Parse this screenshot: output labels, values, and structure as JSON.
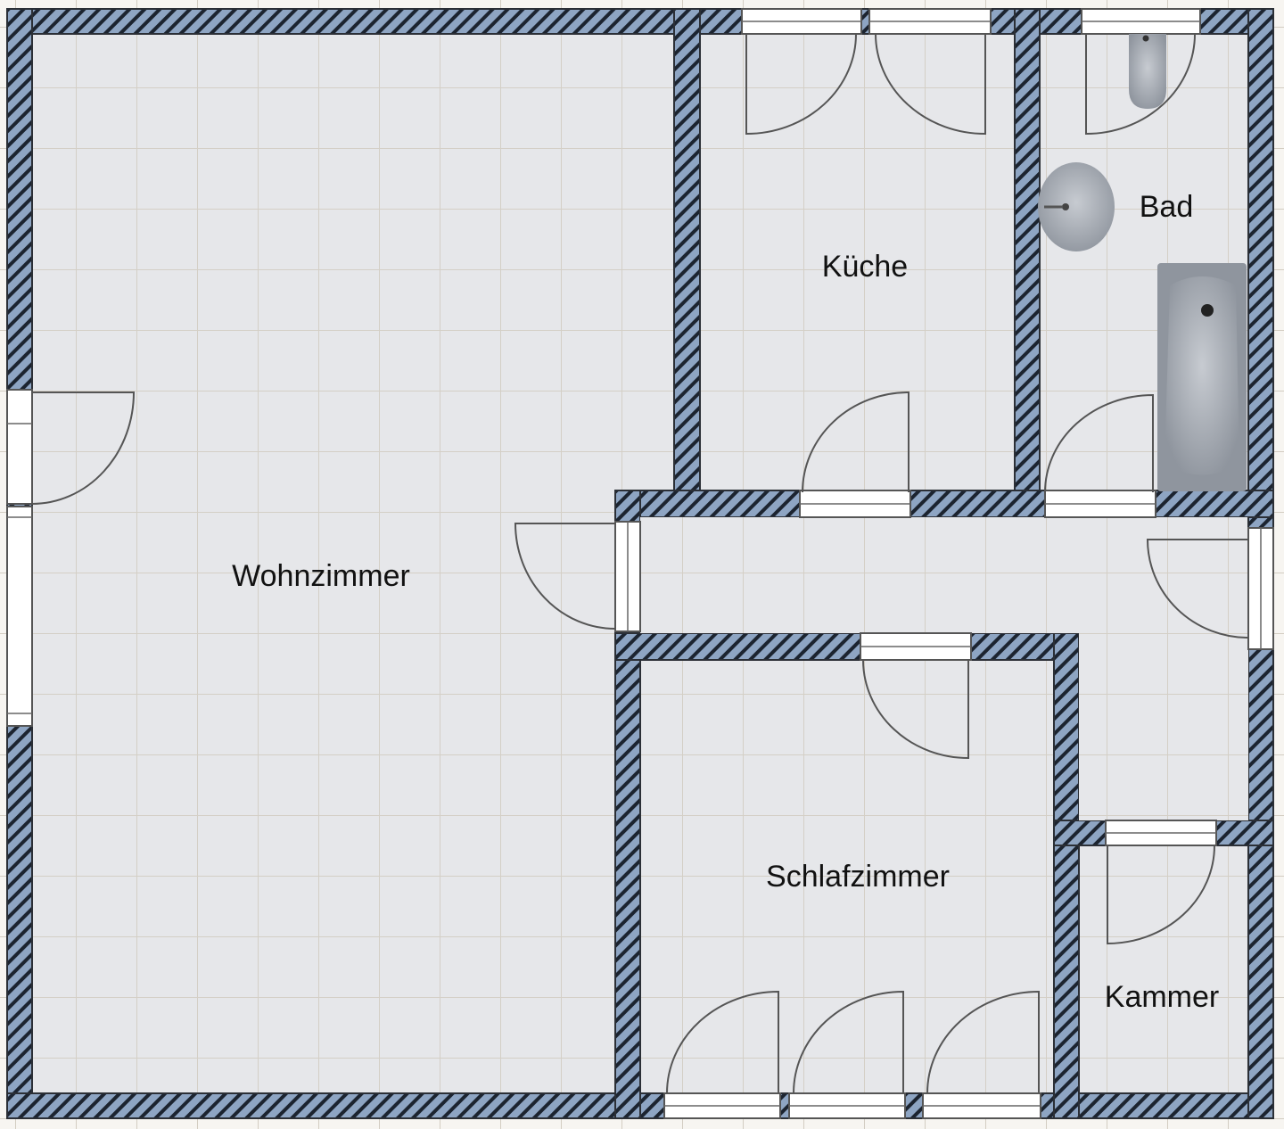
{
  "plan": {
    "rooms": [
      {
        "name": "Wohnzimmer"
      },
      {
        "name": "Küche"
      },
      {
        "name": "Bad"
      },
      {
        "name": "Schlafzimmer"
      },
      {
        "name": "Kammer"
      }
    ]
  },
  "colors": {
    "wall_fill": "#8ea5c3",
    "hatch_line": "#1c2430",
    "floor": "#e6e7ea",
    "background": "#f7f5f1",
    "grid": "#cfc9bd",
    "fixture": "#a9aeb6"
  }
}
